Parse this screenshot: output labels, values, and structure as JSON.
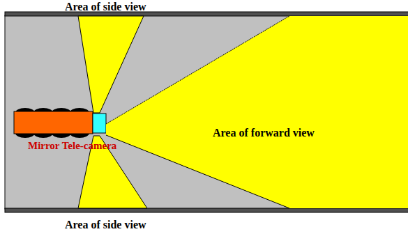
{
  "diagram": {
    "nodes": [
      {
        "text": [
          "Area of forward view"
        ]
      }
    ],
    "labels": [
      "Area of side view",
      "Area of side view",
      "Mirror Tele-camera"
    ]
  }
}
